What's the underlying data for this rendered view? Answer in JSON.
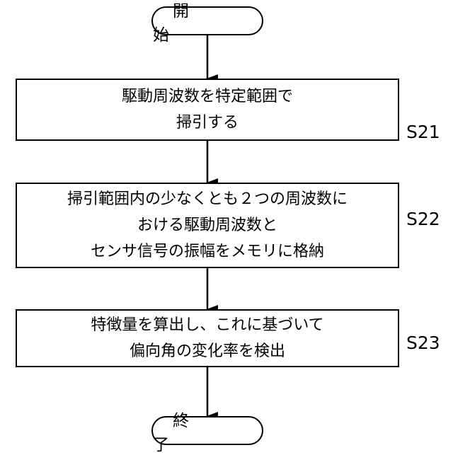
{
  "start": {
    "label": "開 始"
  },
  "end": {
    "label": "終 了"
  },
  "steps": [
    {
      "id": "S21",
      "lines": [
        "駆動周波数を特定範囲で",
        "掃引する"
      ]
    },
    {
      "id": "S22",
      "lines": [
        "掃引範囲内の少なくとも２つの周波数に",
        "おける駆動周波数と",
        "センサ信号の振幅をメモリに格納"
      ]
    },
    {
      "id": "S23",
      "lines": [
        "特徴量を算出し、これに基づいて",
        "偏向角の変化率を検出"
      ]
    }
  ]
}
